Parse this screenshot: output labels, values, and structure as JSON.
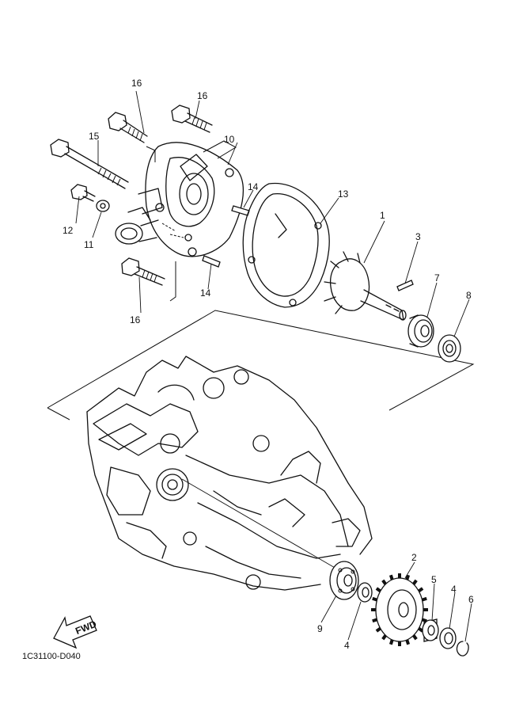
{
  "callouts": {
    "c16a": "16",
    "c16b": "16",
    "c15": "15",
    "c10": "10",
    "c14a": "14",
    "c12": "12",
    "c11": "11",
    "c13": "13",
    "c1": "1",
    "c3": "3",
    "c7": "7",
    "c8": "8",
    "c14b": "14",
    "c16c": "16",
    "c2": "2",
    "c9": "9",
    "c4a": "4",
    "c5": "5",
    "c4b": "4",
    "c6": "6"
  },
  "fwd_label": "FWD",
  "diagram_code": "1C31100-D040"
}
